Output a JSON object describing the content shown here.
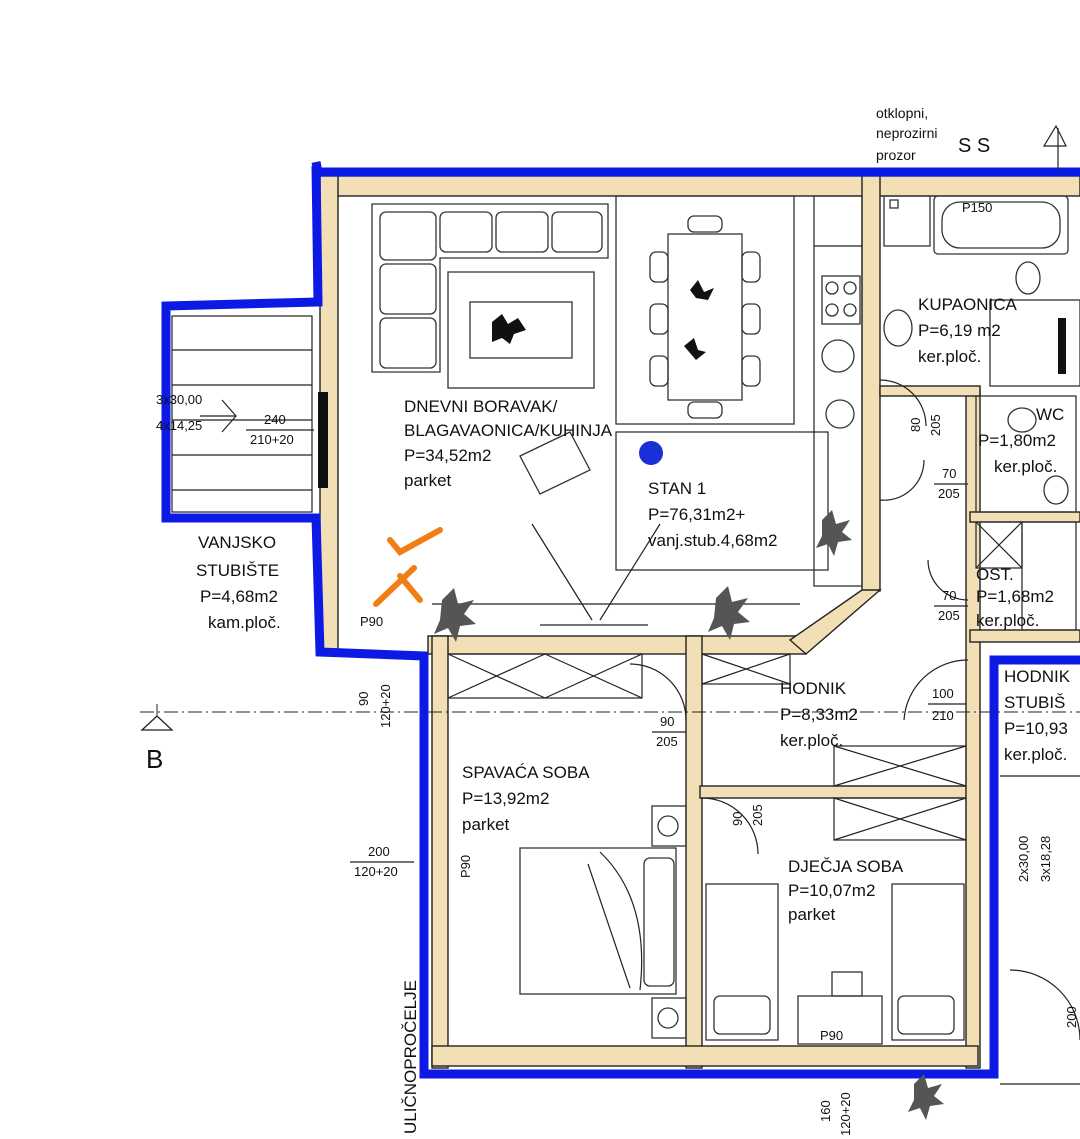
{
  "colors": {
    "outline": "#0d1ae6",
    "wall": "#f2dfb5",
    "watermark": "#f07e14",
    "marker": "#1a2fd6"
  },
  "labels": {
    "window_note": [
      "otklopni,",
      "neprozirni",
      "prozor"
    ],
    "window_mark": "S S",
    "section_mark": "B",
    "street_facade": "ULIČNOPROČELJE",
    "living": {
      "name1": "DNEVNI BORAVAK/",
      "name2": "BLAGAVAONICA/KUHINJA",
      "area": "P=34,52m2",
      "floor": "parket"
    },
    "unit": {
      "name": "STAN 1",
      "area": "P=76,31m2+",
      "extra": "vanj.stub.4,68m2"
    },
    "stairs_ext": {
      "name1": "VANJSKO",
      "name2": "STUBIŠTE",
      "area": "P=4,68m2",
      "floor": "kam.ploč."
    },
    "bathroom": {
      "name": "KUPAONICA",
      "area": "P=6,19 m2",
      "floor": "ker.ploč."
    },
    "wc": {
      "name": "WC",
      "area": "P=1,80m2",
      "floor": "ker.ploč."
    },
    "storage": {
      "name": "OST.",
      "area": "P=1,68m2",
      "floor": "ker.ploč."
    },
    "hall": {
      "name": "HODNIK",
      "area": "P=8,33m2",
      "floor": "ker.ploč."
    },
    "hall_stairs": {
      "name1": "HODNIK",
      "name2": "STUBIŠ",
      "area": "P=10,93",
      "floor": "ker.ploč."
    },
    "bedroom": {
      "name": "SPAVAĆA SOBA",
      "area": "P=13,92m2",
      "floor": "parket"
    },
    "kids": {
      "name": "DJEČJA SOBA",
      "area": "P=10,07m2",
      "floor": "parket"
    }
  },
  "dims": {
    "stair_top": "3x30,00",
    "stair_bot": "4x14,25",
    "door_ext_top": "240",
    "door_ext_bot": "210+20",
    "window_living": "P90",
    "hall_left_top": "90",
    "hall_left_bot": "120+20",
    "bed_door_top": "90",
    "bed_door_bot": "205",
    "bed_win_top": "200",
    "bed_win_bot": "120+20",
    "bed_p90": "P90",
    "kids_door_top": "90",
    "kids_door_bot": "205",
    "kids_p90": "P90",
    "bath_door_top": "80",
    "bath_door_bot": "205",
    "wc_door_top": "70",
    "wc_door_bot": "205",
    "ost_door_top": "70",
    "ost_door_bot": "205",
    "hall_door_top": "100",
    "hall_door_bot": "210",
    "bathtub": "P150",
    "kids_bottom_top": "160",
    "kids_bottom_bot": "120+20",
    "right_stair_top": "2x30,00",
    "right_stair_bot": "3x18,28",
    "right_edge": "200"
  }
}
